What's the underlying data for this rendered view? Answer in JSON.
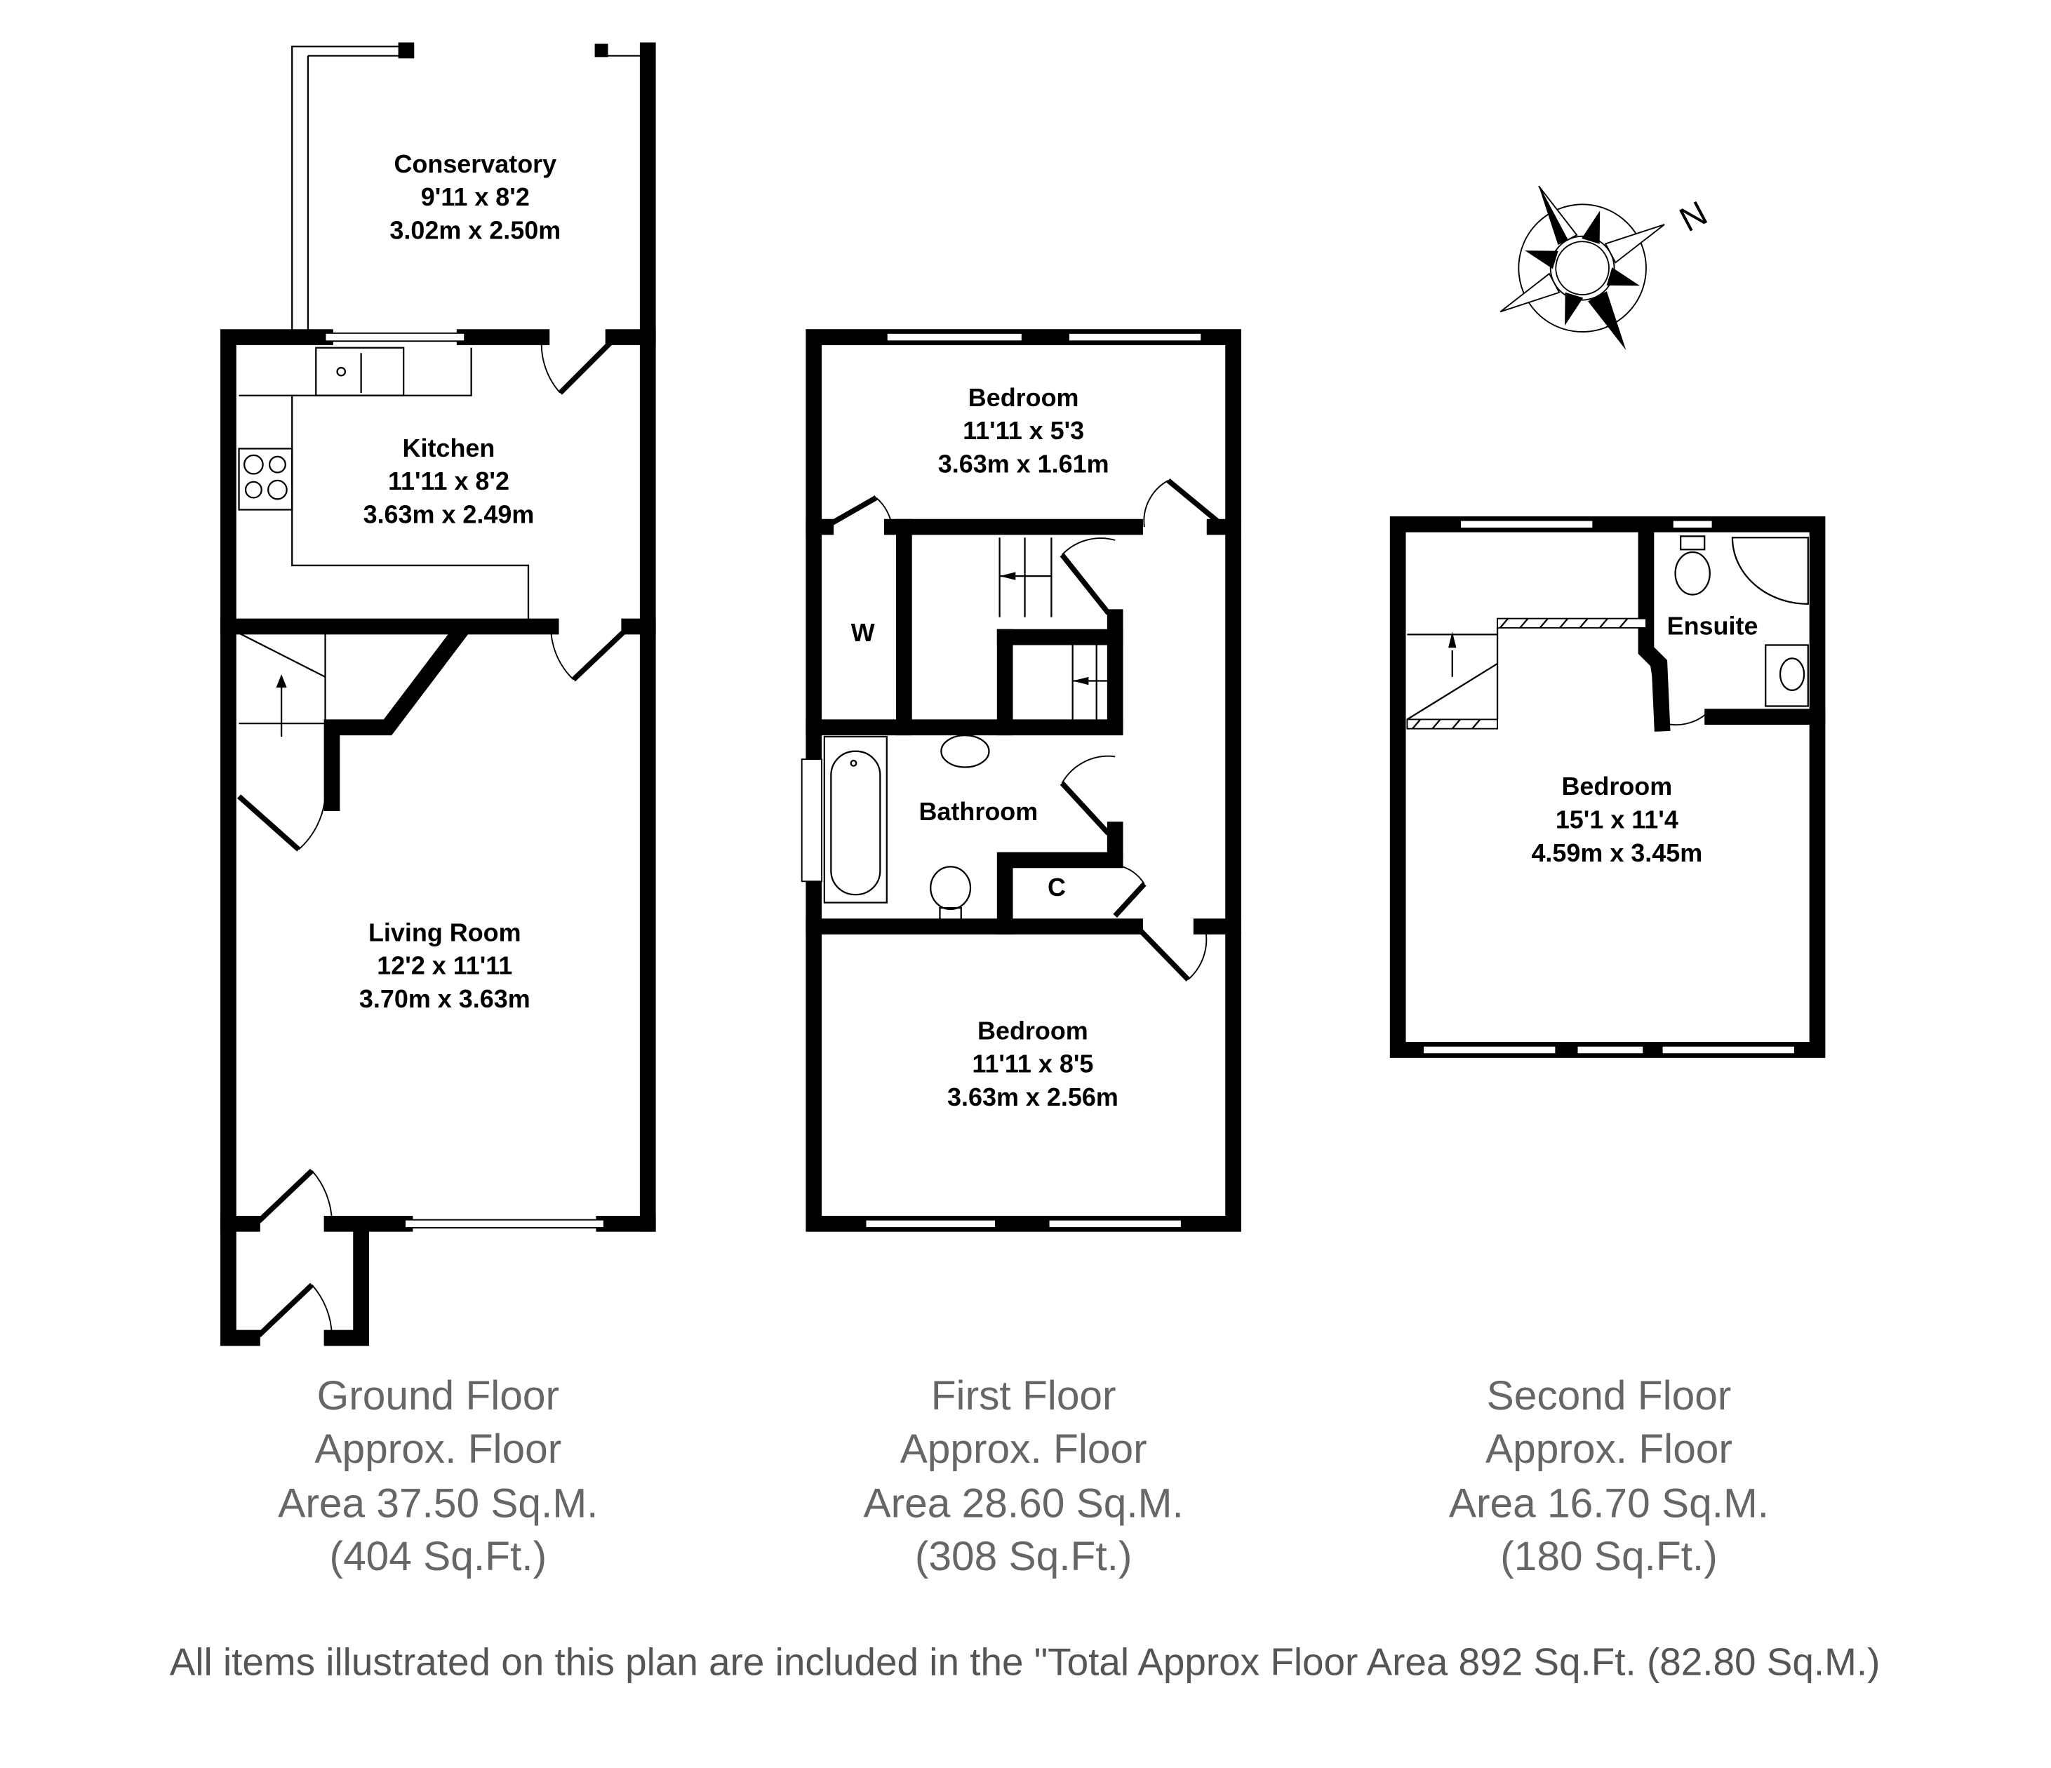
{
  "ground_floor": {
    "rooms": [
      {
        "name": "Conservatory",
        "imperial": "9'11 x 8'2",
        "metric": "3.02m x 2.50m"
      },
      {
        "name": "Kitchen",
        "imperial": "11'11 x 8'2",
        "metric": "3.63m x 2.49m"
      },
      {
        "name": "Living Room",
        "imperial": "12'2 x 11'11",
        "metric": "3.70m x 3.63m"
      }
    ],
    "label": [
      "Ground Floor",
      "Approx. Floor",
      "Area 37.50 Sq.M.",
      "(404 Sq.Ft.)"
    ]
  },
  "first_floor": {
    "rooms": [
      {
        "name": "Bedroom",
        "imperial": "11'11 x 5'3",
        "metric": "3.63m x 1.61m"
      },
      {
        "name": "W"
      },
      {
        "name": "Bathroom"
      },
      {
        "name": "C"
      },
      {
        "name": "Bedroom",
        "imperial": "11'11 x 8'5",
        "metric": "3.63m x 2.56m"
      }
    ],
    "label": [
      "First Floor",
      "Approx. Floor",
      "Area 28.60 Sq.M.",
      "(308 Sq.Ft.)"
    ]
  },
  "second_floor": {
    "rooms": [
      {
        "name": "Ensuite"
      },
      {
        "name": "Bedroom",
        "imperial": "15'1 x 11'4",
        "metric": "4.59m x 3.45m"
      }
    ],
    "label": [
      "Second Floor",
      "Approx. Floor",
      "Area 16.70 Sq.M.",
      "(180 Sq.Ft.)"
    ]
  },
  "compass": {
    "north_label": "N",
    "icon": "compass-rose-icon"
  },
  "footer": "All items illustrated on this plan are included in the \"Total Approx Floor Area 892 Sq.Ft. (82.80 Sq.M.)"
}
